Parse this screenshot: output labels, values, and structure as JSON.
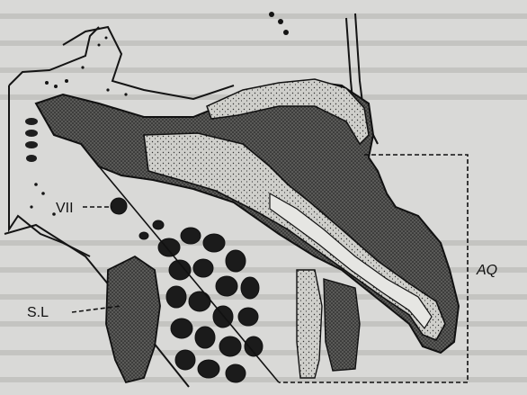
{
  "figure": {
    "labels": {
      "vii": "VII",
      "sl": "S.L",
      "aq": "AQ"
    },
    "colors": {
      "paper": "#d9d9d7",
      "ink": "#141414",
      "dark_tissue": "#2b2b2b",
      "stipple_light": "#b8b8b4"
    }
  }
}
